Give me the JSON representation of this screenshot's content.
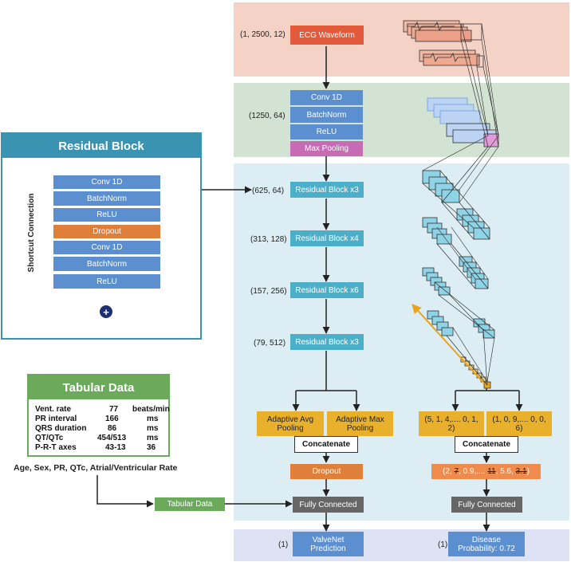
{
  "backbone": {
    "ecg": {
      "shape": "(1, 2500, 12)",
      "label": "ECG Waveform"
    },
    "stem": {
      "shape": "(1250, 64)",
      "layers": [
        "Conv 1D",
        "BatchNorm",
        "ReLU",
        "Max Pooling"
      ]
    },
    "res1": {
      "shape": "(625, 64)",
      "label": "Residual Block x3"
    },
    "res2": {
      "shape": "(313, 128)",
      "label": "Residual Block x4"
    },
    "res3": {
      "shape": "(157, 256)",
      "label": "Residual Block x6"
    },
    "res4": {
      "shape": "(79, 512)",
      "label": "Residual Block x3"
    }
  },
  "residual_block": {
    "title": "Residual Block",
    "shortcut": "Shortcut Connection",
    "layers": [
      "Conv 1D",
      "BatchNorm",
      "ReLU",
      "Dropout",
      "Conv 1D",
      "BatchNorm",
      "ReLU"
    ],
    "add_symbol": "+"
  },
  "tabular": {
    "title": "Tabular Data",
    "rows": [
      {
        "name": "Vent. rate",
        "value": "77",
        "unit": "beats/min"
      },
      {
        "name": "PR interval",
        "value": "166",
        "unit": "ms"
      },
      {
        "name": "QRS duration",
        "value": "86",
        "unit": "ms"
      },
      {
        "name": "QT/QTc",
        "value": "454/513",
        "unit": "ms"
      },
      {
        "name": "P-R-T axes",
        "value": "43-13",
        "unit": "36"
      }
    ],
    "features": "Age, Sex, PR, QTc, Atrial/Ventricular Rate",
    "input_label": "Tabular Data"
  },
  "head": {
    "avg_pool": "Adaptive Avg Pooling",
    "max_pool": "Adaptive Max Pooling",
    "concat": "Concatenate",
    "dropout": "Dropout",
    "fc": "Fully Connected",
    "out_shape": "(1)",
    "output": "ValveNet Prediction"
  },
  "right_head": {
    "avg_vec": "(5, 1, 4,.... 0, 1, 2)",
    "max_vec": "(1, 0, 9,.... 0, 0, 6)",
    "concat": "Concatenate",
    "vec_a": "(2, ",
    "vec_b": "7",
    "vec_c": ", 0.9,.... ",
    "vec_d": "11",
    "vec_e": ", 5.6, ",
    "vec_f": "3.1",
    "vec_g": ")",
    "fc": "Fully Connected",
    "out_shape": "(1)",
    "output": "Disease Probability: 0.72"
  },
  "colors": {
    "band_input": "#f4d3c6",
    "band_stem": "#d3e3d3",
    "band_res": "#dcedf3",
    "band_out": "#dde3f4",
    "teal_frame": "#3a93b0",
    "tabular_green": "#6aaa5a"
  }
}
